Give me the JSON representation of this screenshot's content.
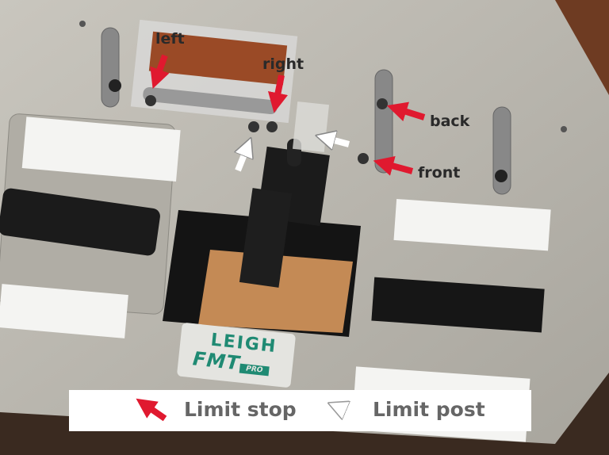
{
  "callouts": {
    "left": "left",
    "right": "right",
    "back": "back",
    "front": "front"
  },
  "legend": {
    "limit_stop": "Limit stop",
    "limit_post": "Limit post"
  },
  "logo": {
    "brand": "LEIGH",
    "model": "FMT",
    "badge": "PRO"
  },
  "colors": {
    "stop_arrow": "#e0192f",
    "post_arrow": "#ffffff",
    "plate": "#b8b5ad"
  }
}
